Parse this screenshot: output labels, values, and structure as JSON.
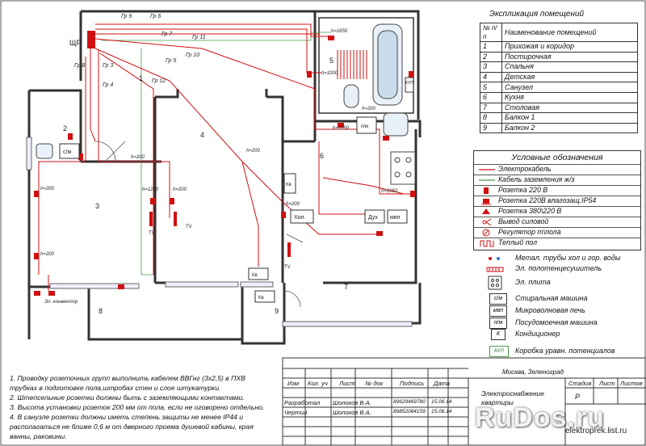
{
  "plan": {
    "panel_label": "ЩР",
    "groups": [
      "Гр 9",
      "Гр 6",
      "Гр 7",
      "Гр 11",
      "Гр 10",
      "Гр 5",
      "Гр 12",
      "Гр 8",
      "Гр 3",
      "Гр 4"
    ],
    "room_numbers": [
      "1",
      "2",
      "3",
      "4",
      "5",
      "6",
      "7",
      "8",
      "9"
    ],
    "heights": [
      "h=1650",
      "h=1000",
      "h=200",
      "h=1050",
      "h=200",
      "h=1200",
      "h=200",
      "h=200",
      "h=200",
      "h=200",
      "h=1050",
      "h=200"
    ],
    "appliances": {
      "washer": "с/м",
      "dishwasher": "п/м",
      "hood": "Дух",
      "microwave": "мвп",
      "fridge": "Хол.",
      "ac": "Кв",
      "ac2": "Кв",
      "ac3": "Кв",
      "tv1": "TV",
      "tv2": "TV",
      "tv3": "TV",
      "kup": "КУП"
    },
    "convector": "Эл. конвектор"
  },
  "explication": {
    "title": "Экспликация помещений",
    "header_num": "№ п/п",
    "header_name": "Наименование помещений",
    "rows": [
      {
        "num": "1",
        "name": "Прихожая и коридор"
      },
      {
        "num": "2",
        "name": "Постирочная"
      },
      {
        "num": "3",
        "name": "Спальня"
      },
      {
        "num": "4",
        "name": "Детская"
      },
      {
        "num": "5",
        "name": "Санузел"
      },
      {
        "num": "6",
        "name": "Кухня"
      },
      {
        "num": "7",
        "name": "Столовая"
      },
      {
        "num": "8",
        "name": "Балкон 1"
      },
      {
        "num": "9",
        "name": "Балкон 2"
      }
    ]
  },
  "legend": {
    "title": "Условные обозначения",
    "items": [
      "Электрокабель",
      "Кабель заземления ж/з",
      "Розетка 220 В",
      "Розетка 220В влагозащ.IP54",
      "Розетка 380\\220 В",
      "Вывод силовой",
      "Регулятор т\\пола",
      "Теплый пол"
    ],
    "extra": [
      {
        "sym": "",
        "label": "Метал. трубы хол и гор. воды"
      },
      {
        "sym": "",
        "label": "Эл. полотенцесушитель"
      },
      {
        "sym": "",
        "label": "Эл. плита"
      },
      {
        "sym": "с/м",
        "label": "Стиральная машина"
      },
      {
        "sym": "мвп",
        "label": "Микроволновая печь"
      },
      {
        "sym": "п/м",
        "label": "Посудомоечная машина"
      },
      {
        "sym": "К",
        "label": "Кондиционер"
      },
      {
        "sym": "КУП",
        "label": "Коробка уравн. потенциалов"
      }
    ]
  },
  "notes": [
    "1. Проводку розеточных групп выполнить кабелем ВВГнг (3х2,5) в ПХВ",
    "трубках в подготовке пола,штробах стен и слое штукатурки.",
    "2. Штепсельные розетки должны быть с заземляющими контактами.",
    "3. Высота установки розеток 200 мм от пола, если не оговорено отдельно.",
    "4. В санузле розетки должны иметь степень защиты не менее IP44 и",
    "располагаться не ближе 0,6 м от дверного проема душевой кабины, края",
    "ванны, раковины."
  ],
  "stamp": {
    "location": "Москва, Зеленоград",
    "h_izm": "Изм",
    "h_koluch": "Кол. уч",
    "h_list": "Лист",
    "h_ndok": "№ док",
    "h_podpis": "Подпись",
    "h_data": "Дата",
    "r1_role": "Разработал",
    "r1_name": "Шолохов В.А.",
    "r1_phone": "89629469780",
    "r1_date": "15.06.14",
    "r2_role": "Чертил",
    "r2_name": "Шолохов В.А.",
    "r2_phone": "89852084159",
    "r2_date": "15.06.14",
    "title": "Электроснабжение квартиры",
    "h_stage": "Стадия",
    "h_sheet": "Лист",
    "h_sheets": "Листов",
    "stage": "Р"
  },
  "watermark": {
    "text": "RuDos.ru",
    "sub": "elektroprek.list.ru"
  }
}
